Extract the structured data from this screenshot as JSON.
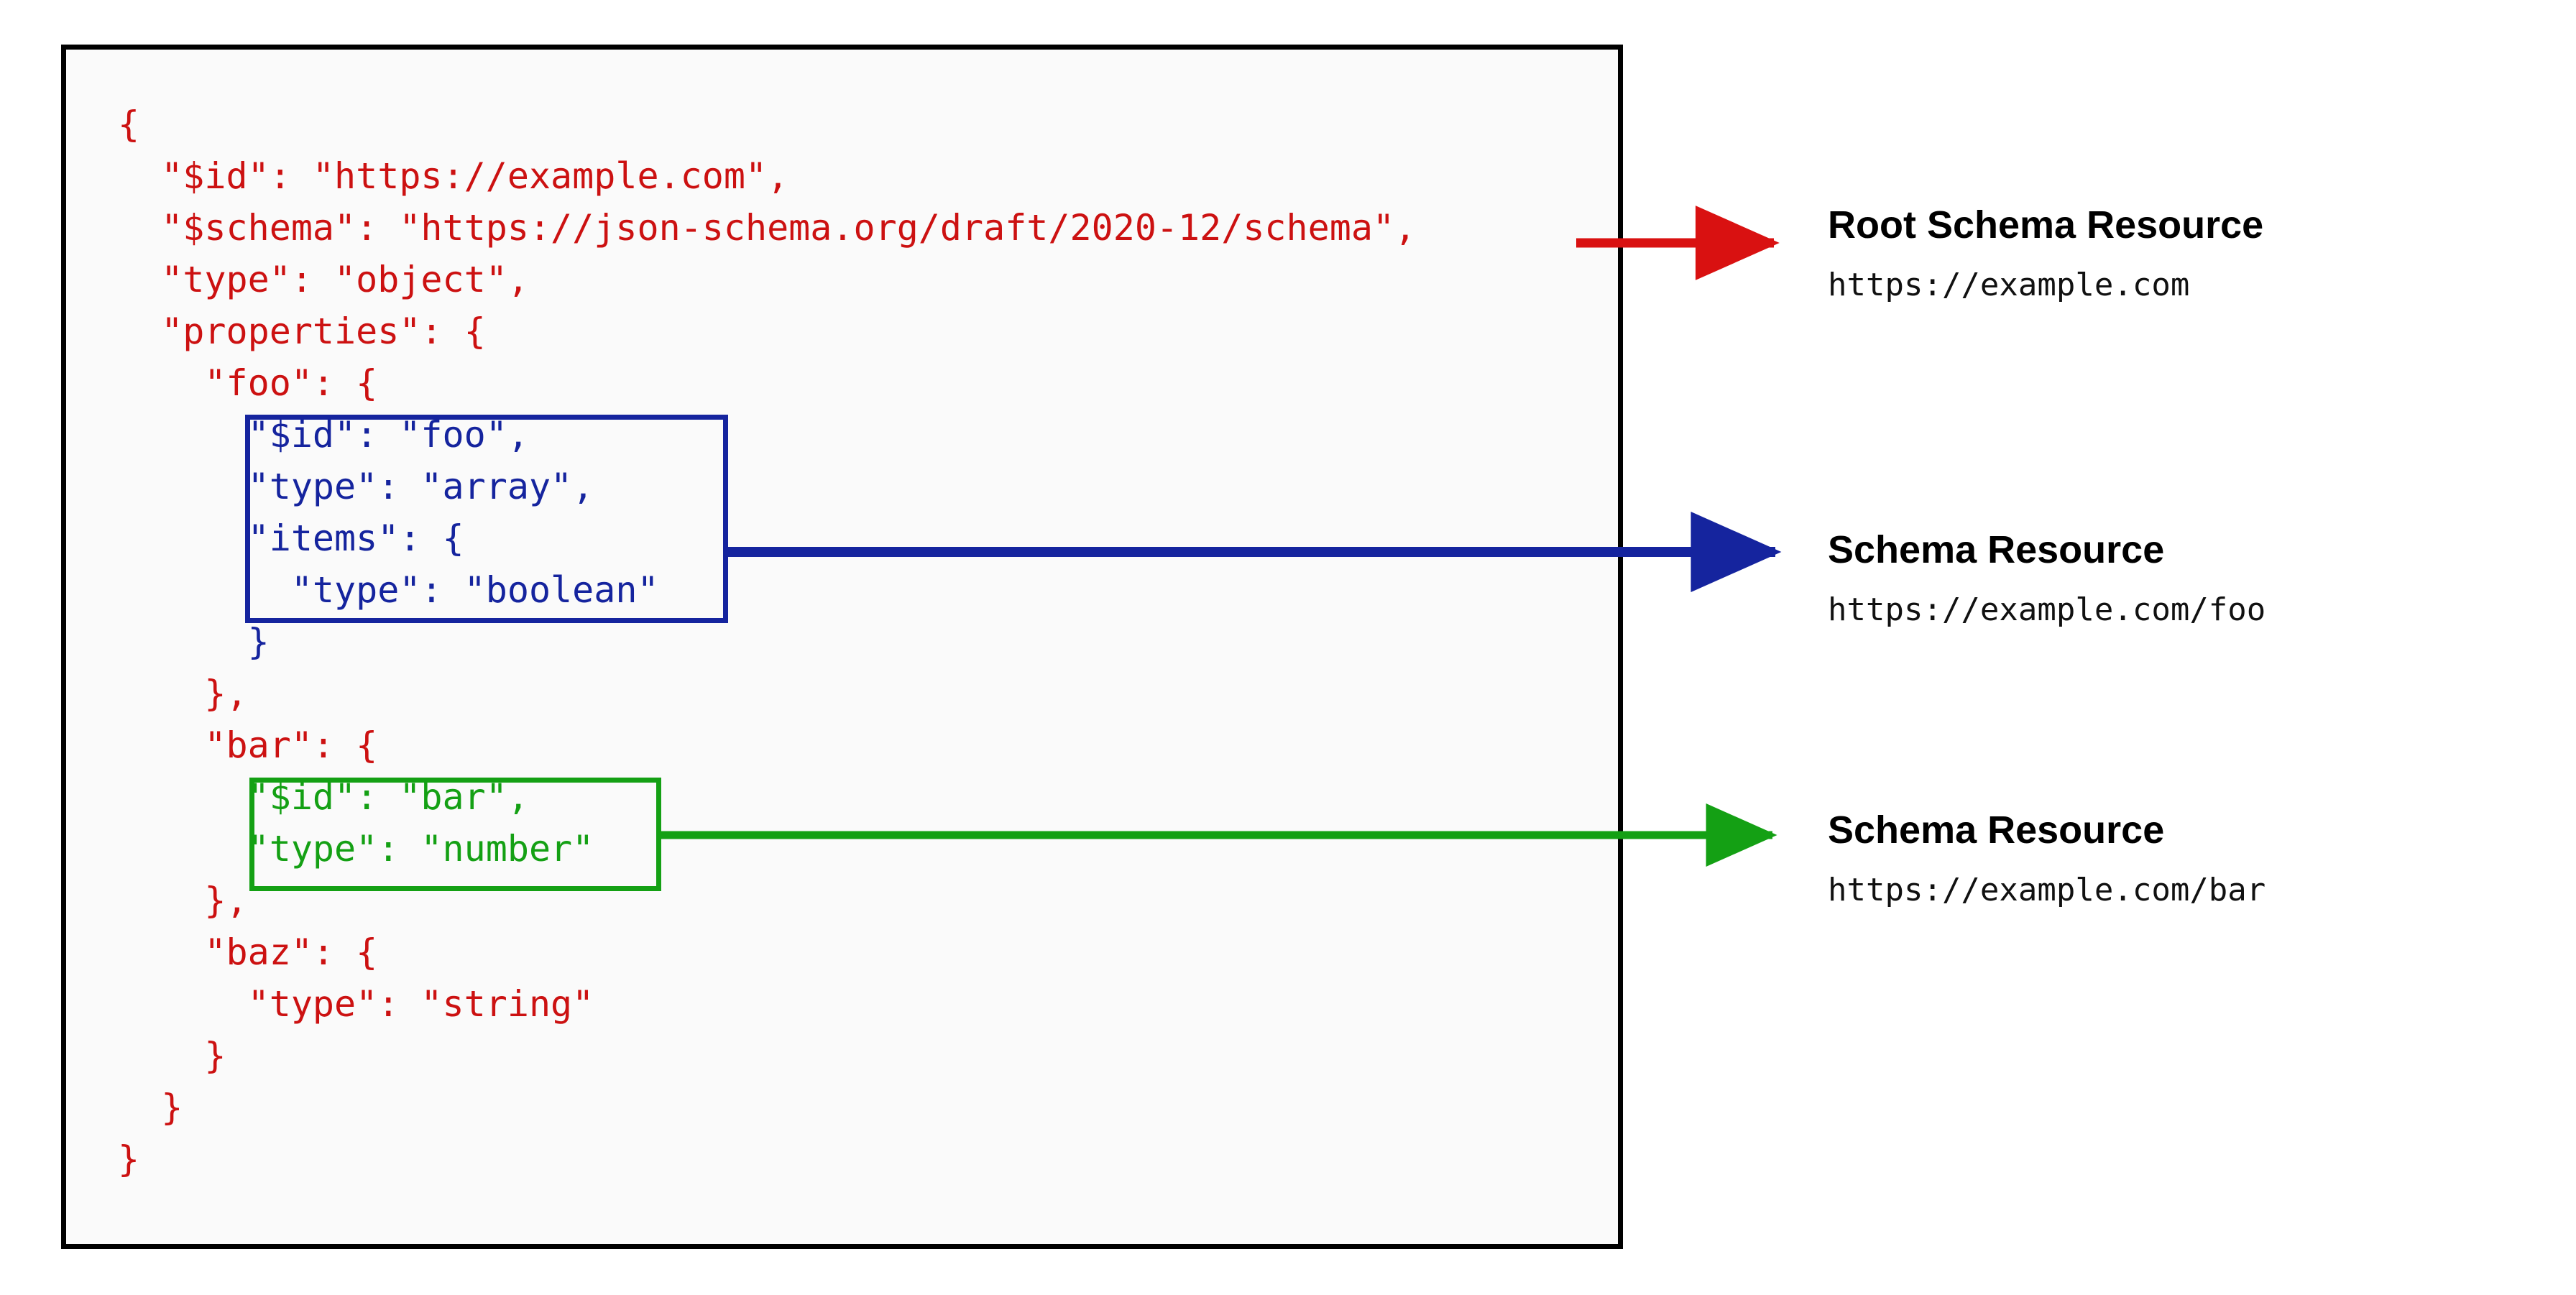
{
  "diagram": {
    "title": "JSON Schema resource identification diagram",
    "colors": {
      "root_schema": "#cc1111",
      "foo_schema": "#15249e",
      "bar_schema": "#14a014",
      "frame": "#000000",
      "panel_background": "#fafafa"
    }
  },
  "code_panel": {
    "language": "json",
    "lines": [
      {
        "text": "{",
        "color": "root"
      },
      {
        "text": "  \"$id\": \"https://example.com\",",
        "color": "root"
      },
      {
        "text": "  \"$schema\": \"https://json-schema.org/draft/2020-12/schema\",",
        "color": "root"
      },
      {
        "text": "  \"type\": \"object\",",
        "color": "root"
      },
      {
        "text": "  \"properties\": {",
        "color": "root"
      },
      {
        "text": "    \"foo\": {",
        "color": "root"
      },
      {
        "text": "      \"$id\": \"foo\",",
        "color": "foo"
      },
      {
        "text": "      \"type\": \"array\",",
        "color": "foo"
      },
      {
        "text": "      \"items\": {",
        "color": "foo"
      },
      {
        "text": "        \"type\": \"boolean\"",
        "color": "foo"
      },
      {
        "text": "      }",
        "color": "foo"
      },
      {
        "text": "    },",
        "color": "root"
      },
      {
        "text": "    \"bar\": {",
        "color": "root"
      },
      {
        "text": "      \"$id\": \"bar\",",
        "color": "bar"
      },
      {
        "text": "      \"type\": \"number\"",
        "color": "bar"
      },
      {
        "text": "    },",
        "color": "root"
      },
      {
        "text": "    \"baz\": {",
        "color": "root"
      },
      {
        "text": "      \"type\": \"string\"",
        "color": "root"
      },
      {
        "text": "    }",
        "color": "root"
      },
      {
        "text": "  }",
        "color": "root"
      },
      {
        "text": "}",
        "color": "root"
      }
    ]
  },
  "callouts": [
    {
      "id": "root",
      "title": "Root Schema Resource",
      "url": "https://example.com",
      "color": "#cc1111"
    },
    {
      "id": "foo",
      "title": "Schema Resource",
      "url": "https://example.com/foo",
      "color": "#15249e"
    },
    {
      "id": "bar",
      "title": "Schema Resource",
      "url": "https://example.com/bar",
      "color": "#14a014"
    }
  ]
}
